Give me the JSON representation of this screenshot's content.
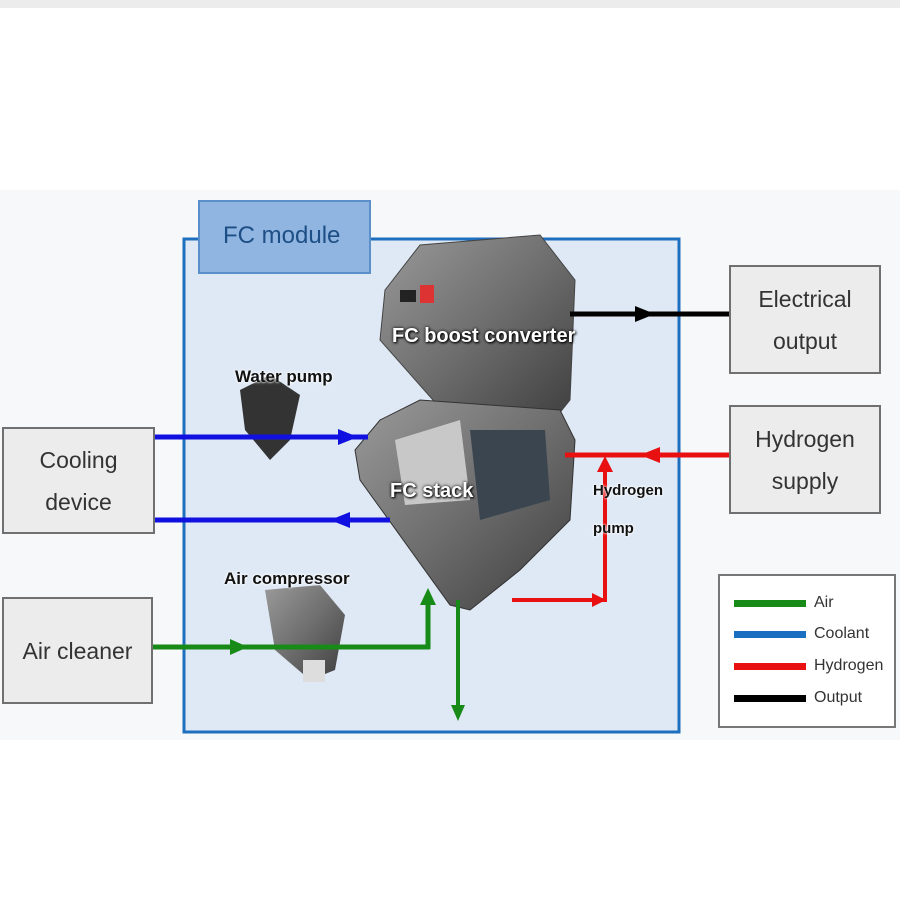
{
  "title_tab": "FC module",
  "external_boxes": {
    "cooling": [
      "Cooling",
      "device"
    ],
    "air_cleaner": "Air cleaner",
    "electrical": [
      "Electrical",
      "output"
    ],
    "hydrogen": [
      "Hydrogen",
      "supply"
    ]
  },
  "components": {
    "boost": "FC boost converter",
    "stack": "FC stack",
    "water_pump": "Water pump",
    "air_compressor": "Air compressor",
    "hydrogen_pump": [
      "Hydrogen",
      "pump"
    ]
  },
  "legend": [
    {
      "label": "Air",
      "color": "#178a17"
    },
    {
      "label": "Coolant",
      "color": "#1a6fc0"
    },
    {
      "label": "Hydrogen",
      "color": "#e81010"
    },
    {
      "label": "Output",
      "color": "#000000"
    }
  ],
  "colors": {
    "air": "#178a17",
    "coolant_line": "#1010e0",
    "hydrogen": "#e81010",
    "output": "#000000",
    "module_border": "#1f6fbf",
    "module_fill": "#dfe9f5"
  }
}
